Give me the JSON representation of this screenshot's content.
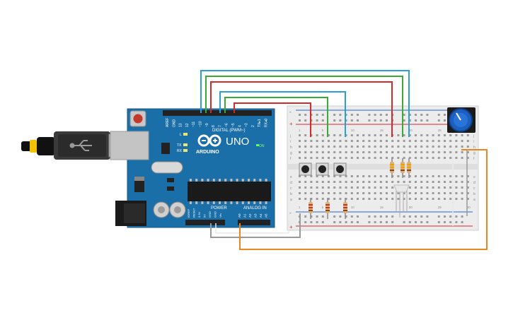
{
  "arduino": {
    "logo_text": "ARDUINO",
    "model": "UNO",
    "on_label": "ON",
    "led_l": "L",
    "led_tx": "TX",
    "led_rx": "RX",
    "digital_label": "DIGITAL (PWM~)",
    "power_label": "POWER",
    "analog_label": "ANALOG IN",
    "top_pins": [
      "AREF",
      "GND",
      "13",
      "12",
      "~11",
      "~10",
      "~9",
      "8",
      "7",
      "~6",
      "~5",
      "4",
      "~3",
      "2",
      "TX▸1",
      "RX◂0"
    ],
    "power_pins": [
      "IOREF",
      "RESET",
      "3.3V",
      "5V",
      "GND",
      "GND",
      "Vin"
    ],
    "analog_pins": [
      "A0",
      "A1",
      "A2",
      "A3",
      "A4",
      "A5"
    ]
  },
  "breadboard": {
    "row_letters_top": [
      "j",
      "i",
      "h",
      "g",
      "f"
    ],
    "row_letters_bottom": [
      "e",
      "d",
      "c",
      "b",
      "a"
    ],
    "rail_plus": "+",
    "rail_minus": "-",
    "column_numbers": [
      "1",
      "5",
      "10",
      "15",
      "20",
      "25",
      "30"
    ]
  },
  "components": {
    "pushbutton_count": 3,
    "resistor_count": 6,
    "potentiometer": "potentiometer",
    "led": "rgb-led"
  },
  "wire_colors": {
    "blue": "#2a9fd6",
    "green": "#3aaa35",
    "red": "#d42a2a",
    "orange": "#e8861f",
    "gray": "#9a9a9a"
  }
}
